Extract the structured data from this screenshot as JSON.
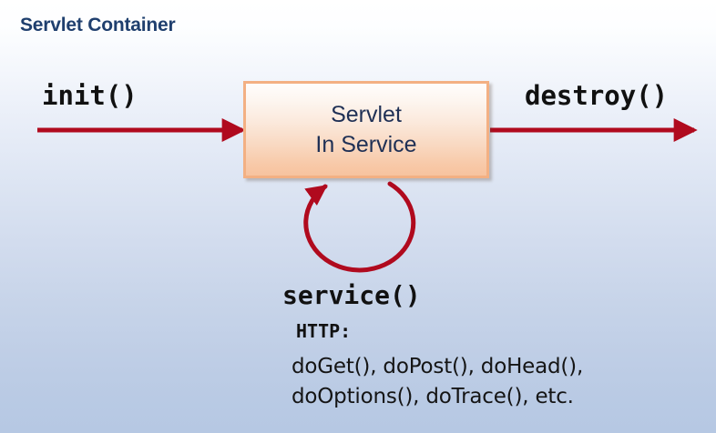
{
  "diagram": {
    "title": "Servlet Container",
    "title_color": "#1f3f6e",
    "background_top_color": "#ffffff",
    "background_bottom_color": "#b6c8e3",
    "arrow_color": "#b00a1e"
  },
  "box": {
    "name": "servlet-in-service",
    "line1": "Servlet",
    "line2": "In Service",
    "border_color": "#f3b083",
    "fill_top_color": "#fefdfc",
    "fill_bottom_color": "#f7c39f",
    "text_color": "#1f3055"
  },
  "labels": {
    "init": "init()",
    "destroy": "destroy()",
    "service": "service()",
    "http": "HTTP:"
  },
  "methods": [
    "doGet(), doPost(), doHead(),",
    "doOptions(), doTrace(), etc."
  ]
}
